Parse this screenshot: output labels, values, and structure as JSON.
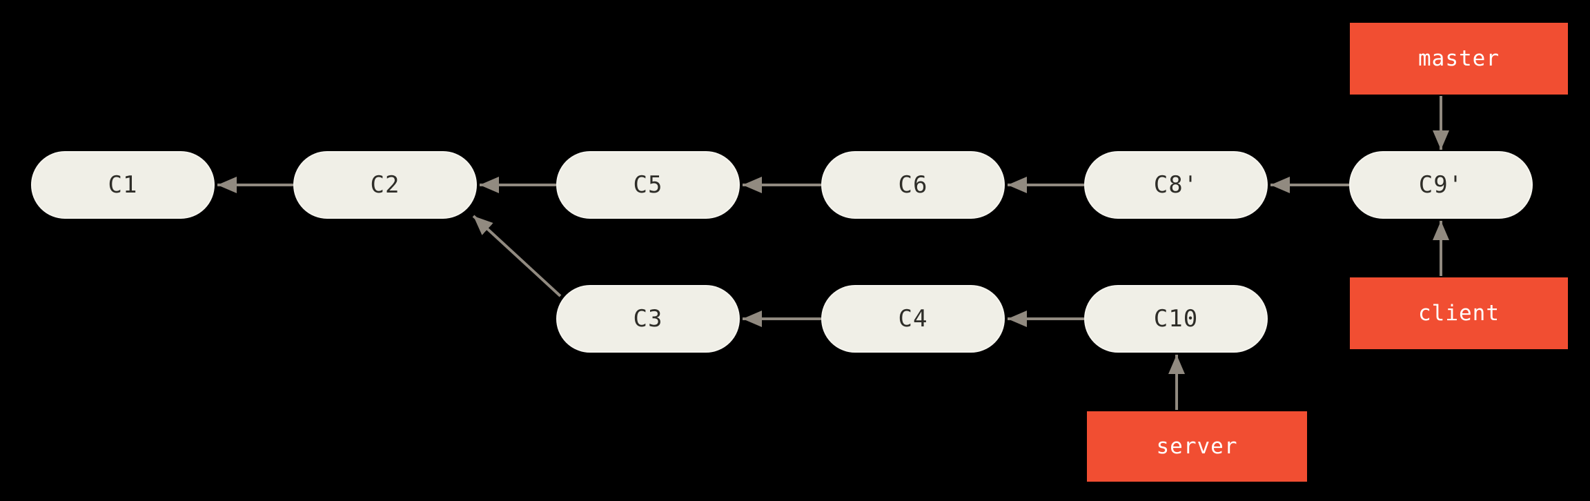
{
  "diagram": {
    "type": "git-commit-graph",
    "colors": {
      "background": "#000000",
      "commit_fill": "#f0efe7",
      "commit_text": "#2e2d28",
      "branch_fill": "#f14e32",
      "branch_text": "#ffffff",
      "arrow": "#918a80"
    },
    "commits": {
      "c1": {
        "label": "C1"
      },
      "c2": {
        "label": "C2"
      },
      "c3": {
        "label": "C3"
      },
      "c4": {
        "label": "C4"
      },
      "c5": {
        "label": "C5"
      },
      "c6": {
        "label": "C6"
      },
      "c8p": {
        "label": "C8'"
      },
      "c9p": {
        "label": "C9'"
      },
      "c10": {
        "label": "C10"
      }
    },
    "branches": {
      "master": {
        "label": "master",
        "points_to": "C9'"
      },
      "client": {
        "label": "client",
        "points_to": "C9'"
      },
      "server": {
        "label": "server",
        "points_to": "C10"
      }
    },
    "edges": [
      {
        "from": "C2",
        "to": "C1"
      },
      {
        "from": "C5",
        "to": "C2"
      },
      {
        "from": "C6",
        "to": "C5"
      },
      {
        "from": "C8'",
        "to": "C6"
      },
      {
        "from": "C9'",
        "to": "C8'"
      },
      {
        "from": "C3",
        "to": "C2"
      },
      {
        "from": "C4",
        "to": "C3"
      },
      {
        "from": "C10",
        "to": "C4"
      }
    ],
    "rows": {
      "top": [
        "C1",
        "C2",
        "C5",
        "C6",
        "C8'",
        "C9'"
      ],
      "bottom": [
        "C3",
        "C4",
        "C10"
      ]
    }
  }
}
